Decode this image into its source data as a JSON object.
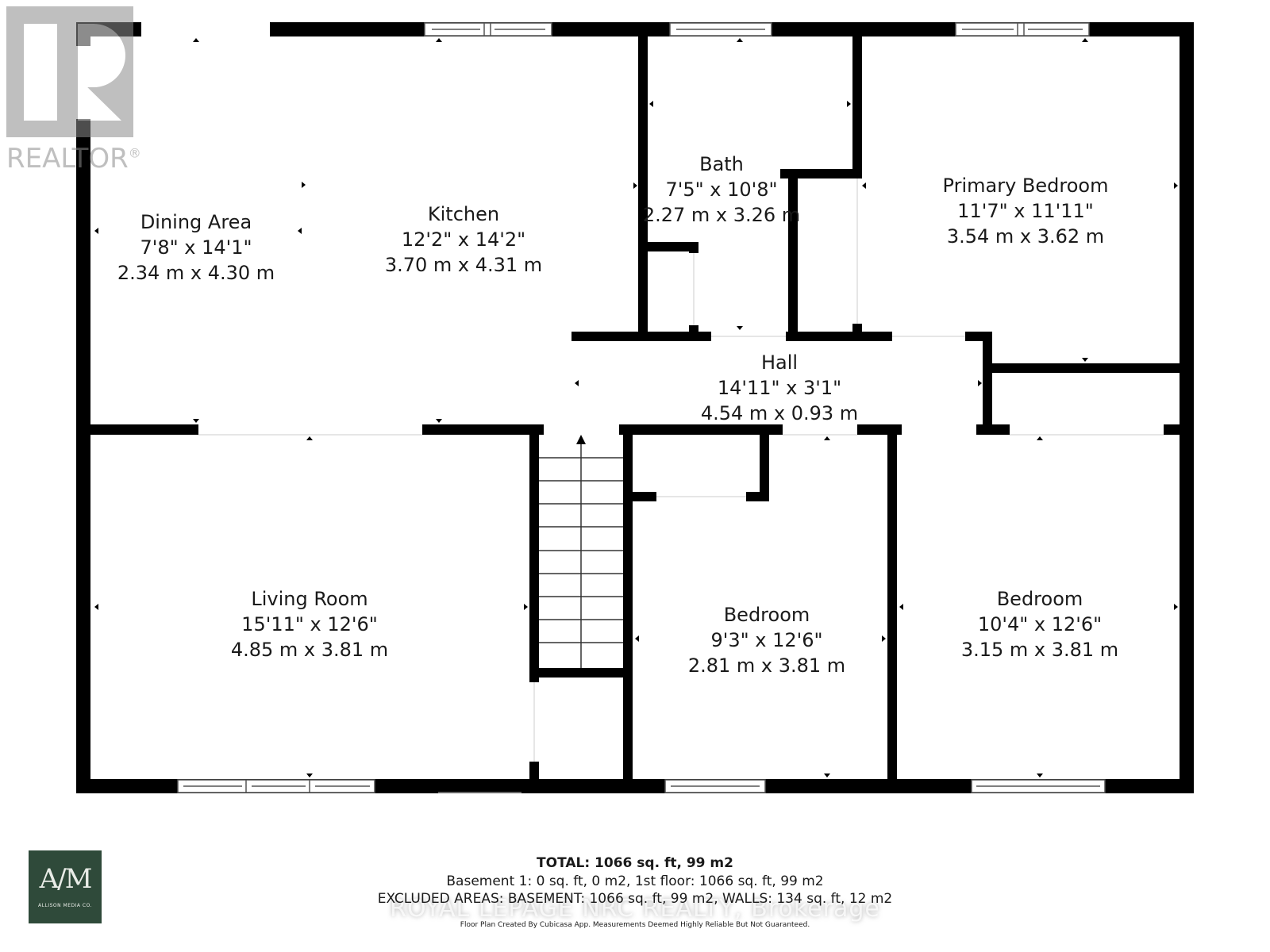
{
  "watermark": {
    "realtor_logo_letter": "R",
    "realtor_text": "REALTOR",
    "realtor_mark": "®",
    "brokerage_overlay": "ROYAL LEPAGE NRC REALTY, Brokerage"
  },
  "rooms": [
    {
      "name": "Dining Area",
      "imperial": "7'8\" x 14'1\"",
      "metric": "2.34 m x 4.30 m"
    },
    {
      "name": "Kitchen",
      "imperial": "12'2\" x 14'2\"",
      "metric": "3.70 m x 4.31 m"
    },
    {
      "name": "Bath",
      "imperial": "7'5\" x 10'8\"",
      "metric": "2.27 m x 3.26 m"
    },
    {
      "name": "Primary Bedroom",
      "imperial": "11'7\" x 11'11\"",
      "metric": "3.54 m x 3.62 m"
    },
    {
      "name": "Hall",
      "imperial": "14'11\" x 3'1\"",
      "metric": "4.54 m x 0.93 m"
    },
    {
      "name": "Living Room",
      "imperial": "15'11\" x 12'6\"",
      "metric": "4.85 m x 3.81 m"
    },
    {
      "name": "Bedroom",
      "imperial": "9'3\" x 12'6\"",
      "metric": "2.81 m x 3.81 m"
    },
    {
      "name": "Bedroom",
      "imperial": "10'4\" x 12'6\"",
      "metric": "3.15 m x 3.81 m"
    }
  ],
  "footer": {
    "total": "TOTAL: 1066 sq. ft, 99 m2",
    "line2": "Basement 1: 0 sq. ft, 0 m2, 1st floor: 1066 sq. ft, 99 m2",
    "line3": "EXCLUDED AREAS: BASEMENT: 1066 sq. ft, 99 m2, WALLS: 134 sq. ft, 12 m2",
    "credit": "Floor Plan Created By Cubicasa App. Measurements Deemed Highly Reliable But Not Guaranteed."
  },
  "logo": {
    "monogram": "A/M",
    "company": "ALLISON MEDIA CO.",
    "color": "#2f4a3a"
  },
  "colors": {
    "wall": "#000000",
    "text": "#1a1a1a",
    "background": "#ffffff"
  }
}
